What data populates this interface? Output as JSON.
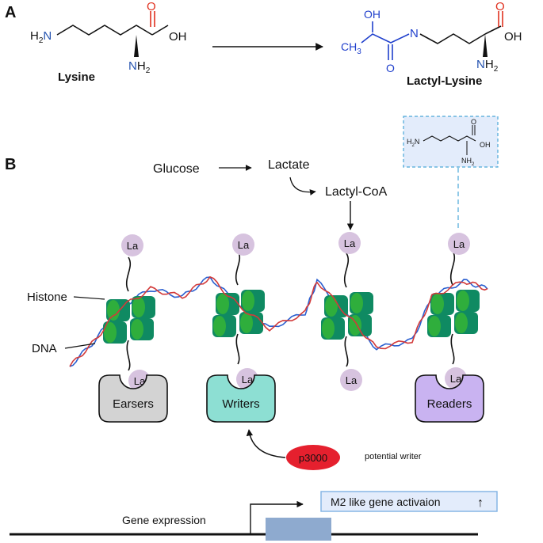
{
  "panel_a": {
    "letter": "A",
    "lysine": {
      "name": "Lysine",
      "amine_left": "H",
      "amine_left_sub": "2",
      "amine_left_n": "N",
      "carbonyl_o": "O",
      "hydroxyl": "OH",
      "bottom_amine_n": "N",
      "bottom_amine_h": "H",
      "bottom_amine_sub": "2"
    },
    "lactyl_lysine": {
      "name": "Lactyl-Lysine",
      "oh": "OH",
      "ch3": "CH",
      "ch3_sub": "3",
      "carbonyl_o_left": "O",
      "n_link": "N",
      "carbonyl_o_right": "O",
      "hydroxyl": "OH",
      "bottom_amine_n": "N",
      "bottom_amine_h": "H",
      "bottom_amine_sub": "2"
    }
  },
  "panel_b": {
    "letter": "B",
    "pathway": {
      "glucose": "Glucose",
      "lactate": "Lactate",
      "lactyl_coa": "Lactyl-CoA"
    },
    "inset": {
      "h2n": "H",
      "h2n_sub": "2",
      "h2n_n": "N",
      "o": "O",
      "oh": "OH",
      "nh2": "NH",
      "nh2_sub": "2"
    },
    "la_label": "La",
    "histone_label": "Histone",
    "dna_label": "DNA",
    "proteins": {
      "erasers": "Earsers",
      "writers": "Writers",
      "readers": "Readers"
    },
    "p300": "p3000",
    "potential_writer": "potential writer",
    "gene_expression": "Gene expression",
    "m2_box": "M2 like gene activaion",
    "up_arrow": "↑"
  },
  "colors": {
    "nucleosome_dark": "#0f8a62",
    "nucleosome_light": "#2fae3c",
    "la_circle": "#d7c3df",
    "erasers_fill": "#d3d3d3",
    "writers_fill": "#8ddfd3",
    "readers_fill": "#c9b3f1",
    "p300_red": "#e5202e",
    "m2_box_fill": "#e3ecfb",
    "m2_box_border": "#7fb2e3",
    "gene_box": "#8eaacf",
    "lactyl_blue": "#1f3fcc",
    "amine_blue": "#2453b0",
    "oxygen_red": "#e0301e",
    "dashed_blue": "#4aa7d8"
  }
}
